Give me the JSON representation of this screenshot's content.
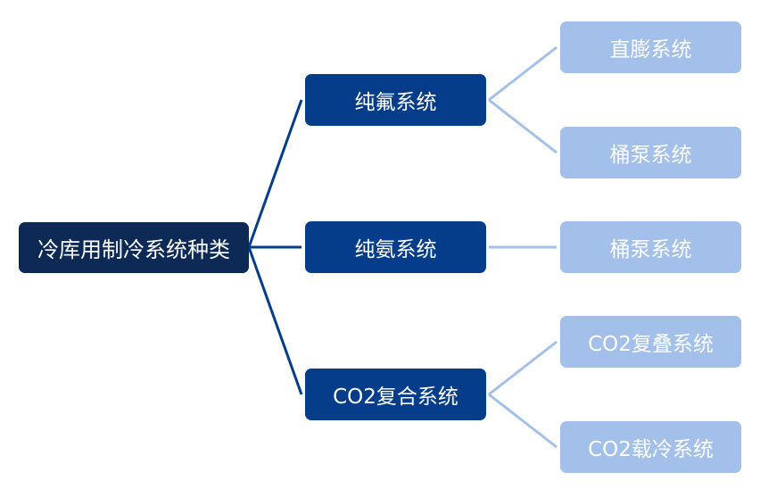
{
  "root": {
    "label": "冷库用制冷系统种类"
  },
  "branches": [
    {
      "label": "纯氟系统",
      "children": [
        {
          "label": "直膨系统"
        },
        {
          "label": "桶泵系统"
        }
      ]
    },
    {
      "label": "纯氨系统",
      "children": [
        {
          "label": "桶泵系统"
        }
      ]
    },
    {
      "label": "CO2复合系统",
      "children": [
        {
          "label": "CO2复叠系统"
        },
        {
          "label": "CO2载冷系统"
        }
      ]
    }
  ],
  "colors": {
    "root_fill": "#0d2a57",
    "branch_fill": "#053d8a",
    "leaf_fill": "#a2c0ea",
    "root_links": "#053d8a",
    "leaf_links": "#a2c0ea"
  }
}
